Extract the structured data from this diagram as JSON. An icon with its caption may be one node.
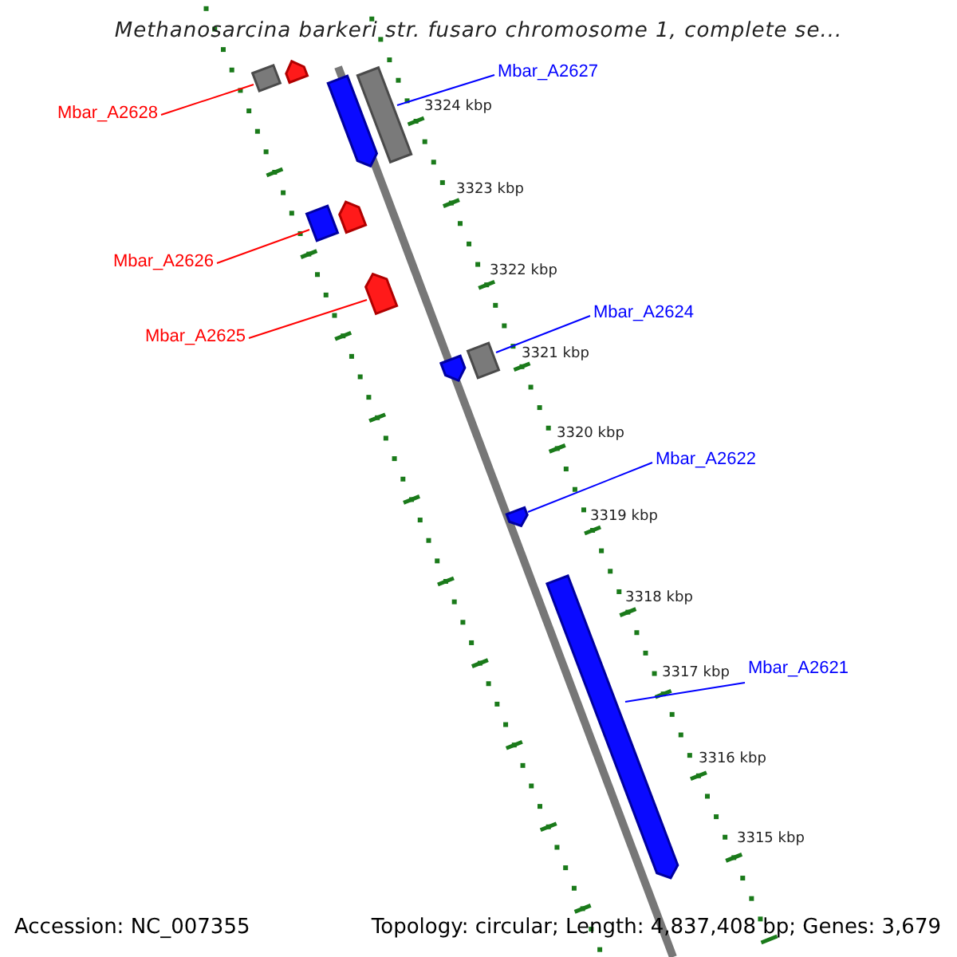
{
  "diagram": {
    "title": "Methanosarcina barkeri str. fusaro chromosome 1, complete se...",
    "nodes": [
      {
        "text": [
          "Mbar_A2627"
        ]
      },
      {
        "text": [],
        "shape": "box"
      },
      {
        "text": [
          "Mbar_A2628"
        ]
      },
      {
        "text": [],
        "shape": "box"
      },
      {
        "text": [
          "Mbar_A2626"
        ]
      },
      {
        "text": [],
        "shape": "box"
      },
      {
        "text": [
          "Mbar_A2625"
        ]
      },
      {
        "text": [],
        "shape": "arrow"
      },
      {
        "text": [
          "Mbar_A2624"
        ]
      },
      {
        "text": [],
        "shape": "box"
      },
      {
        "text": [
          "Mbar_A2622"
        ]
      },
      {
        "text": [],
        "shape": "arrow"
      },
      {
        "text": [
          "Mbar_A2621"
        ]
      },
      {
        "text": [],
        "shape": "arrow"
      },
      {
        "text": [],
        "shape": "arrow"
      },
      {
        "text": [],
        "shape": "arrow"
      },
      {
        "text": [],
        "shape": "arrow"
      },
      {
        "text": [],
        "shape": "arrow"
      }
    ],
    "edges": [
      {
        "from": 0,
        "to": 1,
        "arrow": "none"
      },
      {
        "from": 2,
        "to": 3,
        "arrow": "none",
        "color": "#ff0000"
      },
      {
        "from": 4,
        "to": 5,
        "arrow": "none",
        "color": "#ff0000"
      },
      {
        "from": 6,
        "to": 7,
        "arrow": "none",
        "color": "#ff0000"
      },
      {
        "from": 8,
        "to": 9,
        "arrow": "none"
      },
      {
        "from": 10,
        "to": 11,
        "arrow": "none"
      },
      {
        "from": 12,
        "to": 13,
        "arrow": "none"
      }
    ],
    "labels": [
      "3324 kbp",
      "3323 kbp",
      "3322 kbp",
      "3321 kbp",
      "3320 kbp",
      "3319 kbp",
      "3318 kbp",
      "3317 kbp",
      "3316 kbp",
      "3315 kbp",
      "Accession: NC_007355",
      "Topology: circular; Length: 4,837,408 bp; Genes: 3,679"
    ]
  }
}
